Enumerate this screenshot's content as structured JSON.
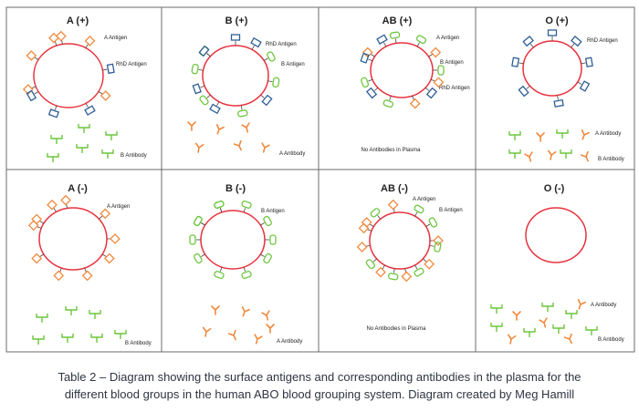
{
  "panels": [
    {
      "title": "A (+)",
      "antigens": [
        "A",
        "R"
      ],
      "labels": [
        "A Antigen",
        "RhD Antigen"
      ],
      "antibodies": [
        "B"
      ],
      "antibody_label": "B Antibody",
      "plasma_note": ""
    },
    {
      "title": "B (+)",
      "antigens": [
        "B",
        "R"
      ],
      "labels": [
        "RhD Antigen",
        "B Antigen"
      ],
      "antibodies": [
        "A"
      ],
      "antibody_label": "A Antibody",
      "plasma_note": ""
    },
    {
      "title": "AB (+)",
      "antigens": [
        "A",
        "B",
        "R"
      ],
      "labels": [
        "A Antigen",
        "B Antigen",
        "RhD Antigen"
      ],
      "antibodies": [],
      "antibody_label": "",
      "plasma_note": "No Antibodies in Plasma"
    },
    {
      "title": "O (+)",
      "antigens": [
        "R"
      ],
      "labels": [
        "RhD Antigen"
      ],
      "antibodies": [
        "A",
        "B"
      ],
      "antibody_label": "A Antibody",
      "antibody_label2": "B Antibody",
      "plasma_note": ""
    },
    {
      "title": "A (-)",
      "antigens": [
        "A"
      ],
      "labels": [
        "A Antigen"
      ],
      "antibodies": [
        "B"
      ],
      "antibody_label": "B Antibody",
      "plasma_note": ""
    },
    {
      "title": "B (-)",
      "antigens": [
        "B"
      ],
      "labels": [
        "B Antigen"
      ],
      "antibodies": [
        "A"
      ],
      "antibody_label": "A Antibody",
      "plasma_note": ""
    },
    {
      "title": "AB (-)",
      "antigens": [
        "A",
        "B"
      ],
      "labels": [
        "A Antigen",
        "B Antigen"
      ],
      "antibodies": [],
      "antibody_label": "",
      "plasma_note": "No Antibodies in Plasma"
    },
    {
      "title": "O (-)",
      "antigens": [],
      "labels": [],
      "antibodies": [
        "A",
        "B"
      ],
      "antibody_label": "A Antibody",
      "antibody_label2": "B Antibody",
      "plasma_note": ""
    }
  ],
  "caption": {
    "line1": "Table 2 – Diagram showing the surface antigens and corresponding antibodies in the plasma for the",
    "line2": "different blood groups in the human ABO blood grouping system.  Diagram created by Meg Hamill"
  },
  "colors": {
    "cell_membrane": "#e8333f",
    "a_marker": "#f08a3e",
    "b_marker": "#6cc63d",
    "rhd_marker": "#2f5f95",
    "border": "#555555",
    "text": "#222222"
  },
  "icons": {
    "a_antigen": "orange-diamond-icon",
    "b_antigen": "green-rounded-rect-icon",
    "rhd_antigen": "blue-rect-icon",
    "a_antibody": "orange-y-icon",
    "b_antibody": "green-fork-icon"
  }
}
